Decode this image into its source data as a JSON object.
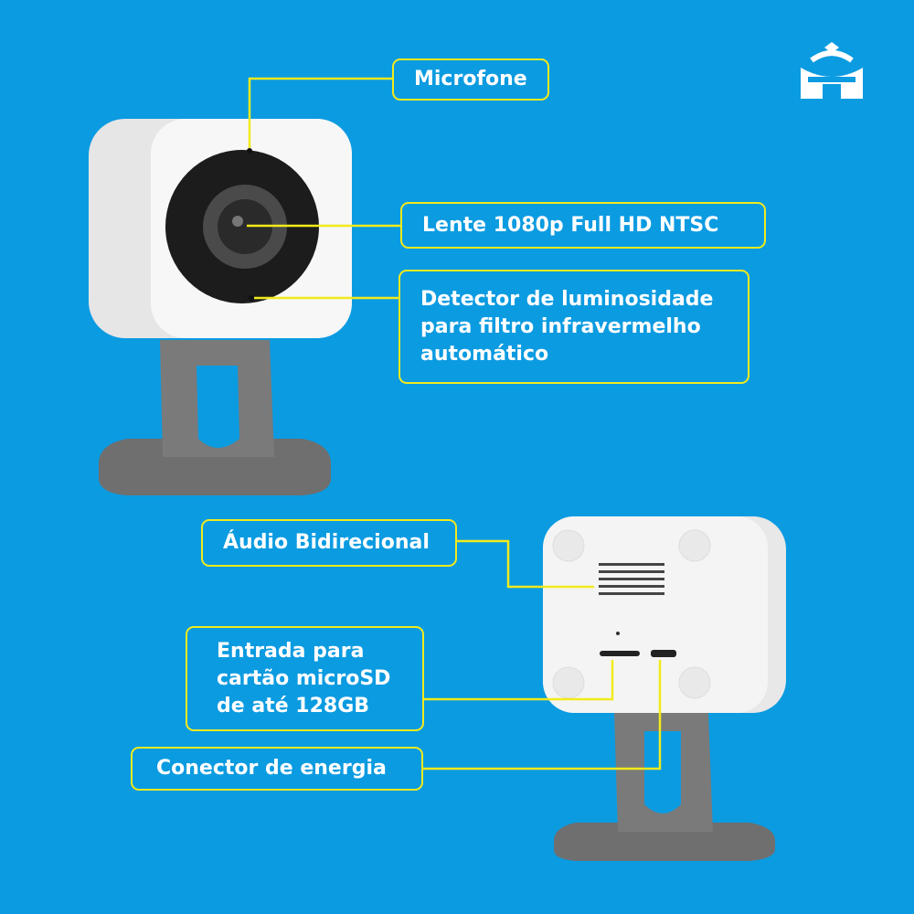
{
  "brand": {
    "logo": "house-wifi-logo"
  },
  "colors": {
    "background": "#0b9be1",
    "accent": "#f2ea1c",
    "camera_body": "#f2f2f2",
    "stand": "#6f6f6f"
  },
  "callouts": {
    "microphone": "Microfone",
    "lens": "Lente 1080p Full HD NTSC",
    "light_sensor": "Detector de luminosidade para filtro infravermelho automático",
    "audio": "Áudio Bidirecional",
    "microsd": "Entrada para cartão microSD de até 128GB",
    "power": "Conector de energia"
  }
}
